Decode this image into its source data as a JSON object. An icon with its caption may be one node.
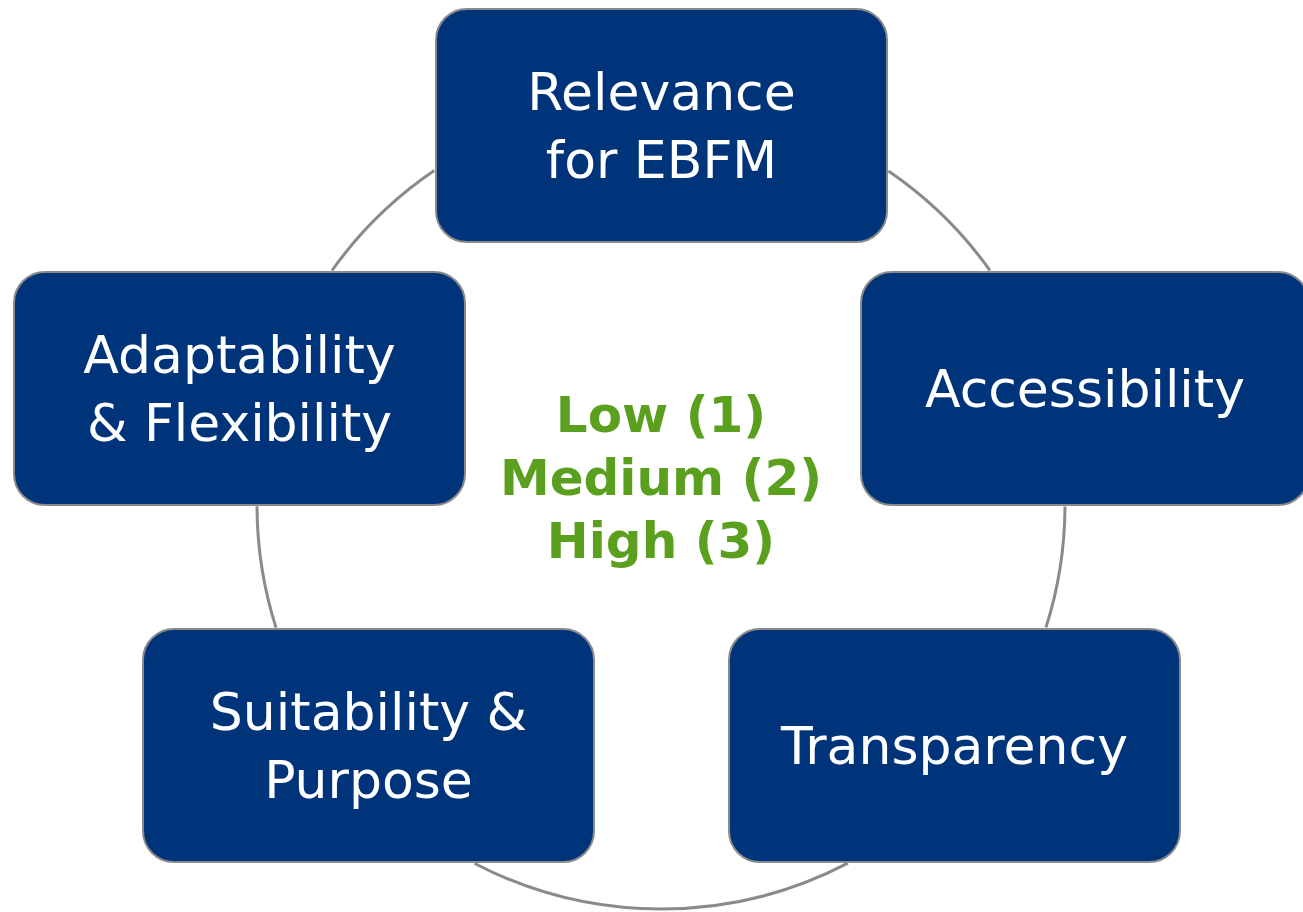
{
  "diagram": {
    "nodes": [
      {
        "text": [
          "Relevance for EBFM"
        ]
      },
      {
        "text": [
          "Adaptability & Flexibility"
        ]
      },
      {
        "text": [
          "Accessibility"
        ]
      },
      {
        "text": [
          "Suitability & Purpose"
        ]
      },
      {
        "text": [
          "Transparency"
        ]
      }
    ],
    "edges": [
      {
        "from": 0,
        "to": 2,
        "arrow": "none"
      },
      {
        "from": 2,
        "to": 4,
        "arrow": "none"
      },
      {
        "from": 4,
        "to": 3,
        "arrow": "none"
      },
      {
        "from": 3,
        "to": 1,
        "arrow": "none"
      },
      {
        "from": 1,
        "to": 0,
        "arrow": "none"
      }
    ],
    "labels": [
      "Low (1)",
      "Medium (2)",
      "High (3)"
    ]
  }
}
